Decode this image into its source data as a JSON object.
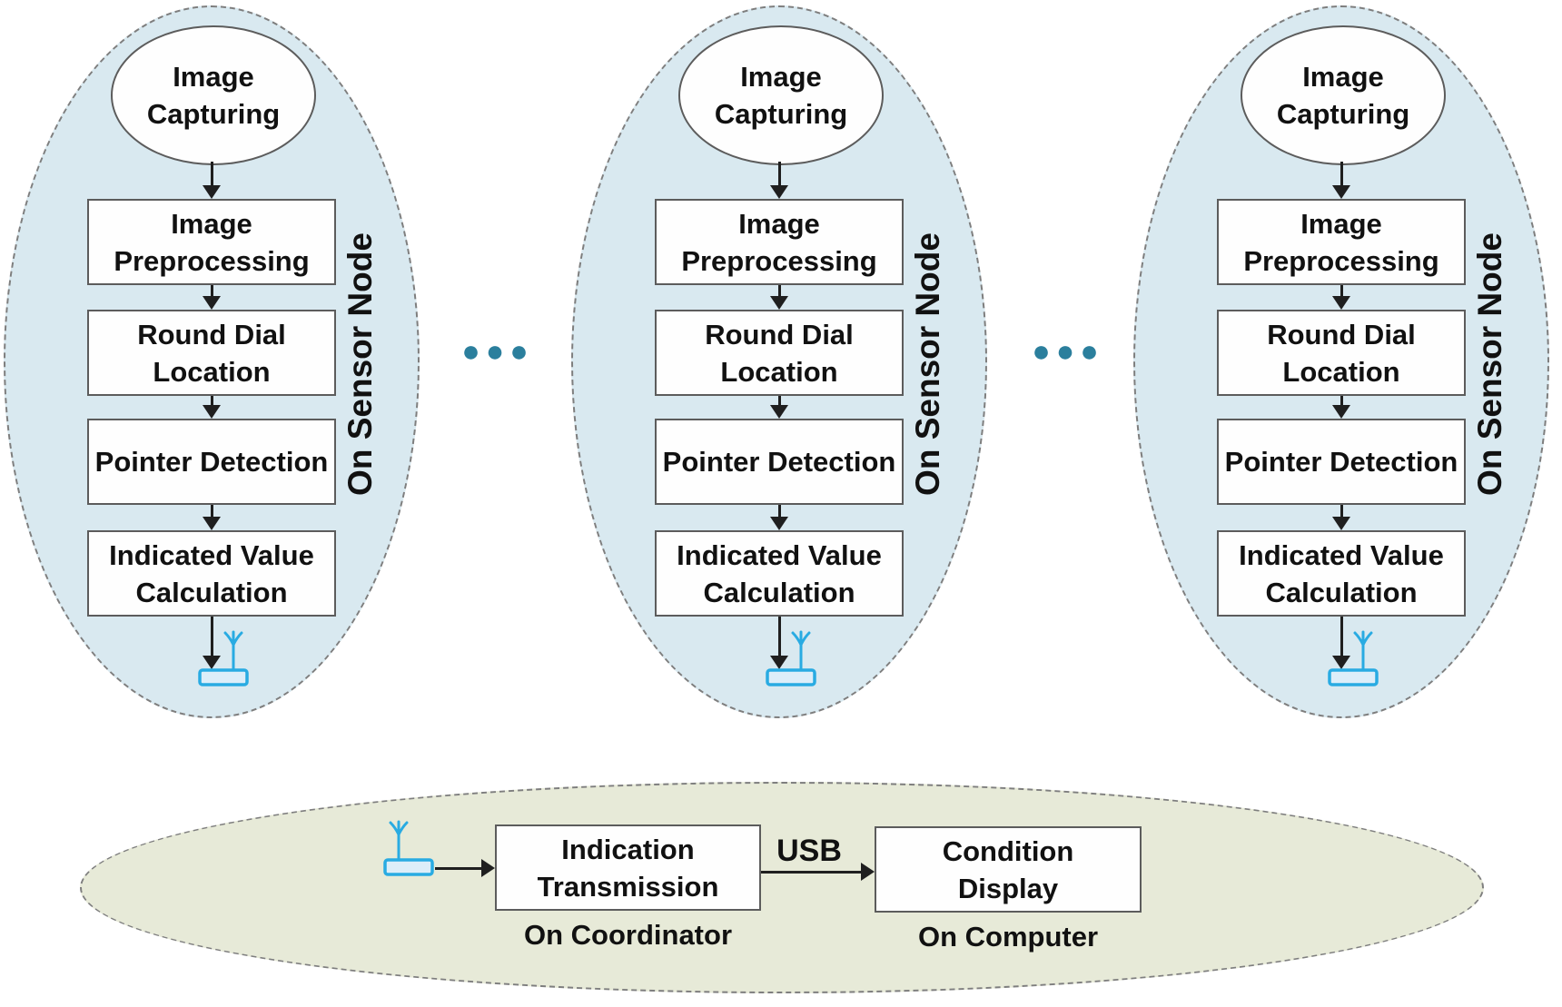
{
  "colors": {
    "node_fill": "#d9e9f0",
    "node_border": "#7e7e7e",
    "coordinator_fill": "#e7ead8",
    "shape_fill": "#fefefe",
    "shape_border": "#5c5c5c",
    "arrow": "#1f1f1f",
    "antenna": "#29abe2",
    "antenna_fill": "#ddeef9",
    "dots": "#2b7f9d",
    "text": "#111111"
  },
  "sensor_nodes": [
    {
      "side_label": "On Sensor Node",
      "steps": {
        "capture": "Image Capturing",
        "preprocess": "Image Preprocessing",
        "dial_location": "Round Dial Location",
        "pointer_detection": "Pointer Detection",
        "value_calculation": "Indicated Value Calculation"
      }
    },
    {
      "side_label": "On Sensor Node",
      "steps": {
        "capture": "Image Capturing",
        "preprocess": "Image Preprocessing",
        "dial_location": "Round Dial Location",
        "pointer_detection": "Pointer Detection",
        "value_calculation": "Indicated Value Calculation"
      }
    },
    {
      "side_label": "On Sensor Node",
      "steps": {
        "capture": "Image Capturing",
        "preprocess": "Image Preprocessing",
        "dial_location": "Round Dial Location",
        "pointer_detection": "Pointer Detection",
        "value_calculation": "Indicated Value Calculation"
      }
    }
  ],
  "separator_dots": "●●●",
  "coordinator_section": {
    "transmission_box": "Indication Transmission",
    "coordinator_caption": "On Coordinator",
    "usb_label": "USB",
    "display_box": "Condition Display",
    "computer_caption": "On Computer"
  },
  "icons": {
    "antenna": "radio-antenna",
    "more_nodes_ellipsis": "●●●"
  }
}
